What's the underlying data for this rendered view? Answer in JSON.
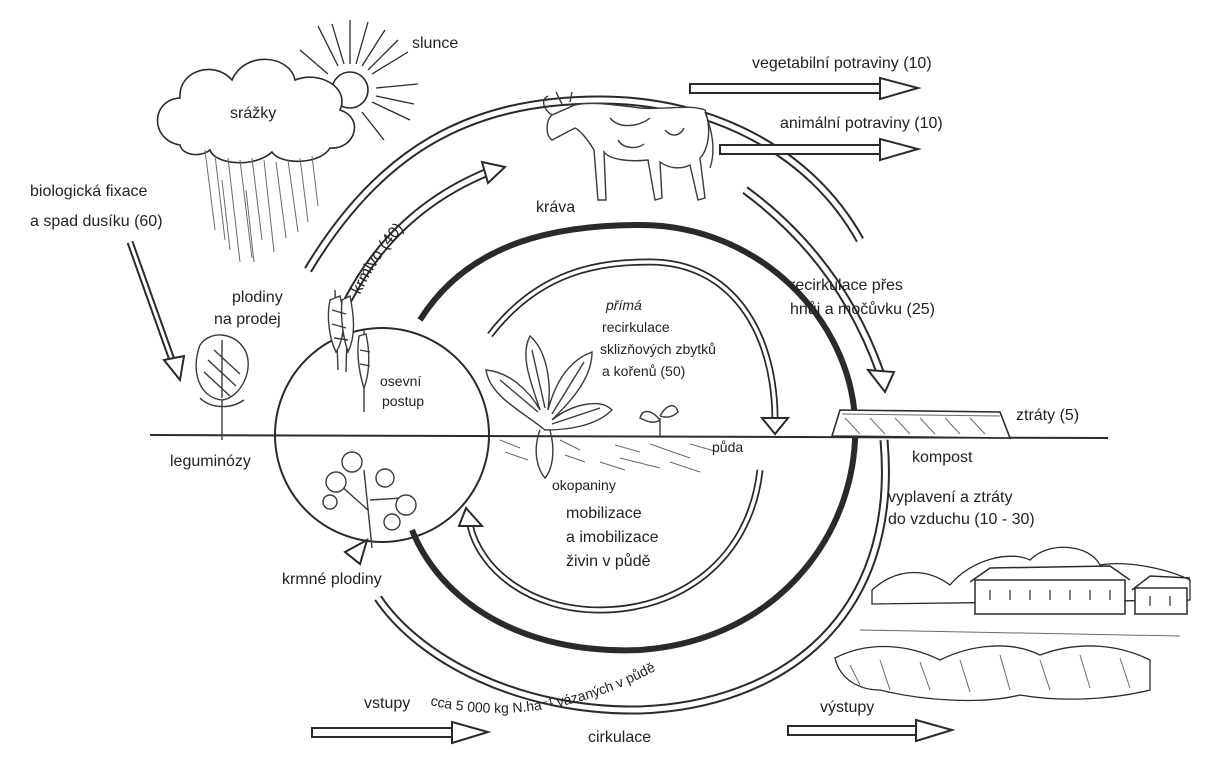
{
  "labels": {
    "slunce": "slunce",
    "srazky": "srážky",
    "vegetabilni": "vegetabilní potraviny (10)",
    "animalni": "animální potraviny (10)",
    "krava": "kráva",
    "krmivo": "krmivo (40)",
    "fixace_1": "biologická fixace",
    "fixace_2": "a spad dusíku (60)",
    "plodiny_1": "plodiny",
    "plodiny_2": "na prodej",
    "recirk_hnuj_1": "recirkulace přes",
    "recirk_hnuj_2": "hnůj a močůvku (25)",
    "prima_1": "přímá",
    "prima_2": "recirkulace",
    "prima_3": "sklizňových zbytků",
    "prima_4": "a kořenů (50)",
    "osevni_1": "osevní",
    "osevni_2": "postup",
    "ztraty": "ztráty (5)",
    "leguminozy": "leguminózy",
    "puda": "půda",
    "okopaniny": "okopaniny",
    "kompost": "kompost",
    "vyplaveni_1": "vyplavení a ztráty",
    "vyplaveni_2": "do vzduchu (10 - 30)",
    "mobilizace_1": "mobilizace",
    "mobilizace_2": "a imobilizace",
    "mobilizace_3": "živin v půdě",
    "krmne": "krmné plodiny",
    "vazanych": "cca 5 000 kg N.ha⁻¹ vázaných v půdě",
    "vstupy": "vstupy",
    "cirkulace": "cirkulace",
    "vystupy": "výstupy"
  },
  "icons": [
    "sun-icon",
    "cloud-icon",
    "rain-icon",
    "cow-icon",
    "wheat-icon",
    "legume-plant-icon",
    "beet-plant-icon",
    "seedling-icon",
    "clover-plant-icon",
    "compost-heap-icon",
    "village-icon"
  ],
  "colors": {
    "ink": "#2a2a2a",
    "text": "#222222",
    "background": "#ffffff"
  }
}
